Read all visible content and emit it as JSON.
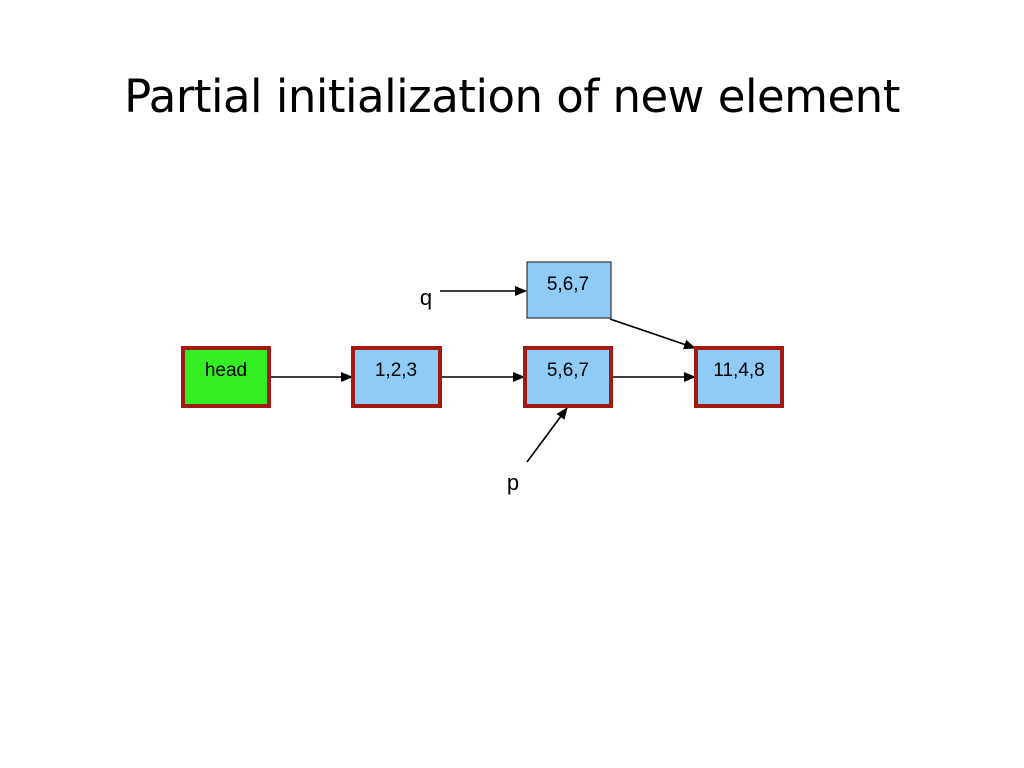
{
  "slide": {
    "title": "Partial initialization of new element"
  },
  "colors": {
    "head_fill": "#33ee22",
    "node_fill": "#8fcbf4",
    "highlight_border": "#a11a12",
    "plain_border": "#333333",
    "edge": "#000000"
  },
  "diagram": {
    "nodes": {
      "head": {
        "label": "head"
      },
      "n123": {
        "label": "1,2,3"
      },
      "n567_list": {
        "label": "5,6,7"
      },
      "n1148": {
        "label": "11,4,8"
      },
      "n567_new": {
        "label": "5,6,7"
      }
    },
    "pointers": {
      "q": {
        "label": "q"
      },
      "p": {
        "label": "p"
      }
    }
  }
}
